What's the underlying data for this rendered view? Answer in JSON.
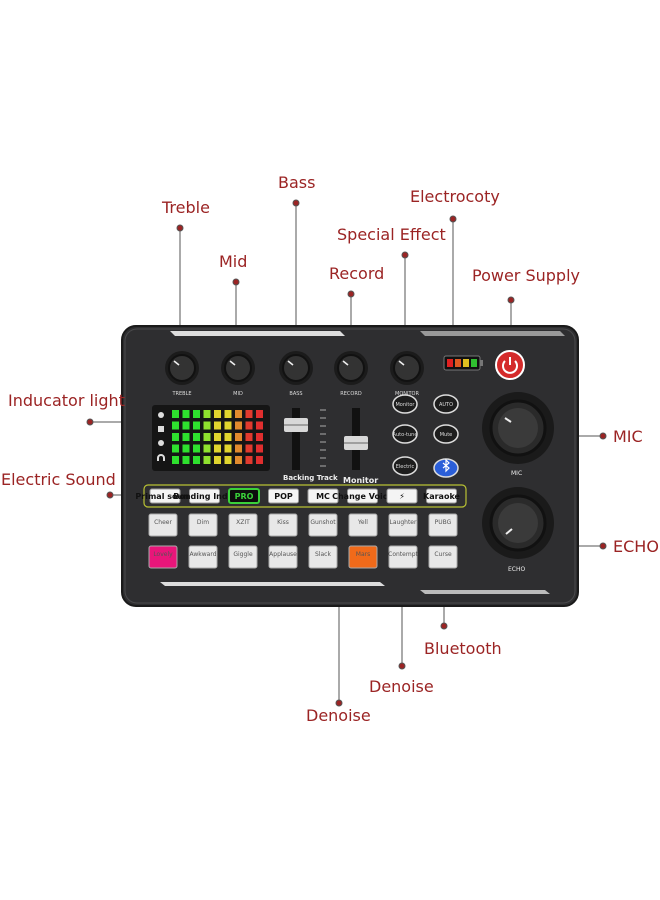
{
  "callouts": {
    "treble": "Treble",
    "mid": "Mid",
    "bass": "Bass",
    "record": "Record",
    "special_effect": "Special Effect",
    "electrocoty": "Electrocoty",
    "power_supply": "Power Supply",
    "inducator_light": "Inducator light",
    "electric_sound": "Electric Sound",
    "mic": "MIC",
    "echo": "ECHO",
    "bluetooth": "Bluetooth",
    "denoise_1": "Denoise",
    "denoise_2": "Denoise"
  },
  "panel": {
    "knob_labels": [
      "TREBLE",
      "MID",
      "BASS",
      "RECORD",
      "MONITOR"
    ],
    "backing_track": "Backing Track",
    "monitor": "Monitor",
    "side_buttons": [
      "Monitor",
      "AUTO",
      "Auto-tune",
      "Mute",
      "Electric"
    ],
    "mic_label": "MIC",
    "echo_label": "ECHO",
    "modes": [
      "Primal sound",
      "Bonding Indie",
      "PRO",
      "POP",
      "MC",
      "Change Voice",
      "⚡",
      "Karaoke"
    ],
    "pads_row1": [
      "Cheer",
      "Dim",
      "XZIT",
      "Kiss",
      "Gunshot",
      "Yell",
      "Laughter",
      "PUBG"
    ],
    "pads_row2": [
      "Lovely",
      "Awkward",
      "Giggle",
      "Applause",
      "Slack",
      "Mars",
      "Contempt",
      "Curse"
    ]
  },
  "colors": {
    "callout": "#9b2424",
    "panel_body": "#2b2b2b",
    "power_button": "#d42a2a",
    "pro_green": "#3ad13a",
    "pad_pink": "#e8167a",
    "pad_orange": "#f06a1a",
    "bluetooth_blue": "#2b5fd9"
  }
}
